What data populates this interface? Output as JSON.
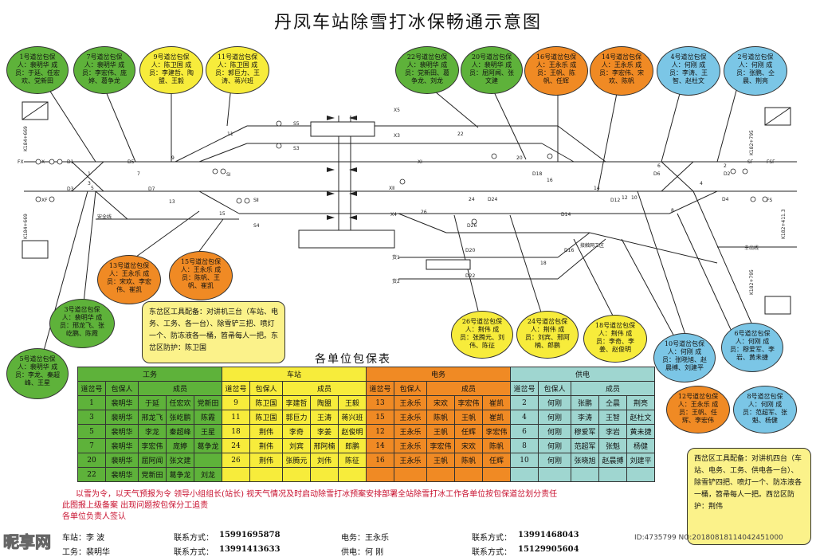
{
  "title": "丹凤车站除雪打冰保畅通示意图",
  "track_labels": {
    "s5": "S5",
    "s3": "S3",
    "s1": "SⅠ",
    "s2": "SⅡ",
    "s4": "S4",
    "x5": "X5",
    "x3": "X3",
    "x1": "XⅠ",
    "x2": "XⅡ",
    "x4": "X4",
    "fx": "FX",
    "x": "X",
    "xf": "XF",
    "sf": "SF",
    "fsf": "FSF",
    "fs": "FS",
    "d1": "D1",
    "d3": "D3",
    "d5": "D5",
    "d7": "D7",
    "d2": "D2",
    "d4": "D4",
    "d6": "D6",
    "d12": "D12",
    "d14": "D14",
    "d16": "D16",
    "d18": "D18",
    "d20": "D20",
    "d22": "D22",
    "d24": "D24",
    "d26": "D26",
    "safety_line": "安全线",
    "huo1": "货1",
    "huo2": "货2",
    "connect_area": "接触网工区",
    "xing_exit": "幸出线",
    "km_left1": "K184+669",
    "km_left2": "K184+669",
    "km_right1": "K182+795",
    "km_right2": "K182+411.3",
    "km_right3": "K182+795",
    "n1": "1",
    "n2": "2",
    "n3": "3",
    "n4": "4",
    "n5": "5",
    "n6": "6",
    "n7": "7",
    "n8": "8",
    "n9": "9",
    "n10": "10",
    "n11": "11",
    "n12": "12",
    "n13": "13",
    "n14": "14",
    "n15": "15",
    "n16": "16",
    "n18": "18",
    "n20": "20",
    "n22": "22",
    "n24": "24",
    "n26": "26"
  },
  "bubbles": {
    "b1": "1号道岔包保人：裴明华 成员：于延、任宏欢、党新田",
    "b7": "7号道岔包保人：裴明华 成员：李宏伟、庞婷、葛争龙",
    "b9": "9号道岔包保人：陈卫国 成员：李建哲、陶盟、王毅",
    "b11": "11号道岔包保人：陈卫国 成员：郭巨力、王涛、蒋兴班",
    "b22": "22号道岔包保人：裴明华 成员：党新田、葛争龙、刘龙",
    "b20": "20号道岔包保人：裴明华 成员：屈阿闻、张文建",
    "b16": "16号道岔包保人：王永乐 成员：王帆、陈帆、任辉",
    "b14": "14号道岔包保人：王永乐 成员：李宏伟、宋欢、陈帆",
    "b4": "4号道岔包保人：何刚 成员：李涛、王智、赵杜文",
    "b2": "2号道岔包保人：何刚 成员：张鹏、仝晨、荆亮",
    "b13": "13号道岔包保人：王永乐 成员：宋欢、李宏伟、崔凯",
    "b15": "15号道岔包保人：王永乐 成员：陈帆、王帆、崔凯",
    "b3": "3号道岔包保人：裴明华 成员：邢龙飞、张屹鹏、陈霞",
    "b5": "5号道岔包保人：裴明华 成员：李龙、秦超峰、王星",
    "b26": "26号道岔包保人：荆伟 成员：张腾元、刘伟、陈征",
    "b24": "24号道岔包保人：荆伟 成员：刘宾、邢阿楠、郎鹏",
    "b18": "18号道岔包保人：荆伟 成员：李奇、李姜、赵俊明",
    "b10": "10号道岔包保人：何刚 成员：张晓旭、赵晨搏、刘建平",
    "b6": "6号道岔包保人：何刚 成员：穆爱军、李岩、黄未捷",
    "b12": "12号道岔包保人：王永乐 成员：王帆、任辉、李宏伟",
    "b8": "8号道岔包保人：何刚 成员：范超军、张魁、杨健"
  },
  "notes": {
    "east": "东岔区工具配备：对讲机三台（车站、电务、工务、各一台）、除雪铲三把、喷灯一个、防冻液各一桶，笤帚每人一把。东岔区防护：陈卫国",
    "west": "西岔区工具配备：对讲机四台（车站、电务、工务、供电各一台）、除雪铲四把、喷灯一个、防冻液各一桶，笤帚每人一把。西岔区防护：荆伟"
  },
  "table": {
    "title": "各单位包保表",
    "groups": [
      "工务",
      "车站",
      "电务",
      "供电"
    ],
    "sub_headers": [
      "道岔号",
      "包保人",
      "成员"
    ],
    "rows": [
      [
        "1",
        "裴明华",
        "于延",
        "任宏欢",
        "党新田",
        "9",
        "陈卫国",
        "李建哲",
        "陶盟",
        "王毅",
        "13",
        "王永乐",
        "宋欢",
        "李宏伟",
        "崔凯",
        "2",
        "何刚",
        "张鹏",
        "仝晨",
        "荆亮"
      ],
      [
        "3",
        "裴明华",
        "邢龙飞",
        "张屹鹏",
        "陈霞",
        "11",
        "陈卫国",
        "郭巨力",
        "王涛",
        "蒋兴班",
        "15",
        "王永乐",
        "陈帆",
        "王帆",
        "崔凯",
        "4",
        "何刚",
        "李涛",
        "王智",
        "赵杜文"
      ],
      [
        "5",
        "裴明华",
        "李龙",
        "秦超峰",
        "王星",
        "18",
        "荆伟",
        "李奇",
        "李姜",
        "赵俊明",
        "12",
        "王永乐",
        "王帆",
        "任辉",
        "李宏伟",
        "6",
        "何刚",
        "穆爱军",
        "李岩",
        "黄未捷"
      ],
      [
        "7",
        "裴明华",
        "李宏伟",
        "庞婷",
        "葛争龙",
        "24",
        "荆伟",
        "刘宾",
        "邢阿楠",
        "郎鹏",
        "14",
        "王永乐",
        "李宏伟",
        "宋欢",
        "陈帆",
        "8",
        "何刚",
        "范超军",
        "张魁",
        "杨健"
      ],
      [
        "20",
        "裴明华",
        "屈阿闻",
        "张文建",
        "",
        "26",
        "荆伟",
        "张腾元",
        "刘伟",
        "陈征",
        "16",
        "王永乐",
        "王帆",
        "陈帆",
        "任辉",
        "10",
        "何刚",
        "张晓旭",
        "赵晨搏",
        "刘建平"
      ],
      [
        "22",
        "裴明华",
        "党新田",
        "葛争龙",
        "刘龙",
        "",
        "",
        "",
        "",
        "",
        "",
        "",
        "",
        "",
        "",
        "",
        "",
        "",
        "",
        ""
      ]
    ]
  },
  "remarks": {
    "line1": "以雪为令，以天气预报为令 领导小组组长(站长) 视天气情况及时启动除雪打冰预案安排部署全站除雪打冰工作各单位按包保道岔划分责任",
    "line2": "此图报上级备案 出现问题按包保分工追责",
    "line3": "各单位负责人签认"
  },
  "footer": {
    "station_label": "车站：李 波",
    "contact1_label": "联系方式：",
    "contact1": "15991695878",
    "dian_label": "电务：王永乐",
    "contact2_label": "联系方式：",
    "contact2": "13991468043",
    "gong_label": "工务：裴明华",
    "contact3_label": "联系方式：",
    "contact3": "13991413633",
    "gongdian_label": "供电：何 刚",
    "contact4_label": "联系方式：",
    "contact4": "15129905604"
  },
  "watermark": {
    "left": "昵享网",
    "right": "ID:4735799 NO:20180818114042451000"
  }
}
